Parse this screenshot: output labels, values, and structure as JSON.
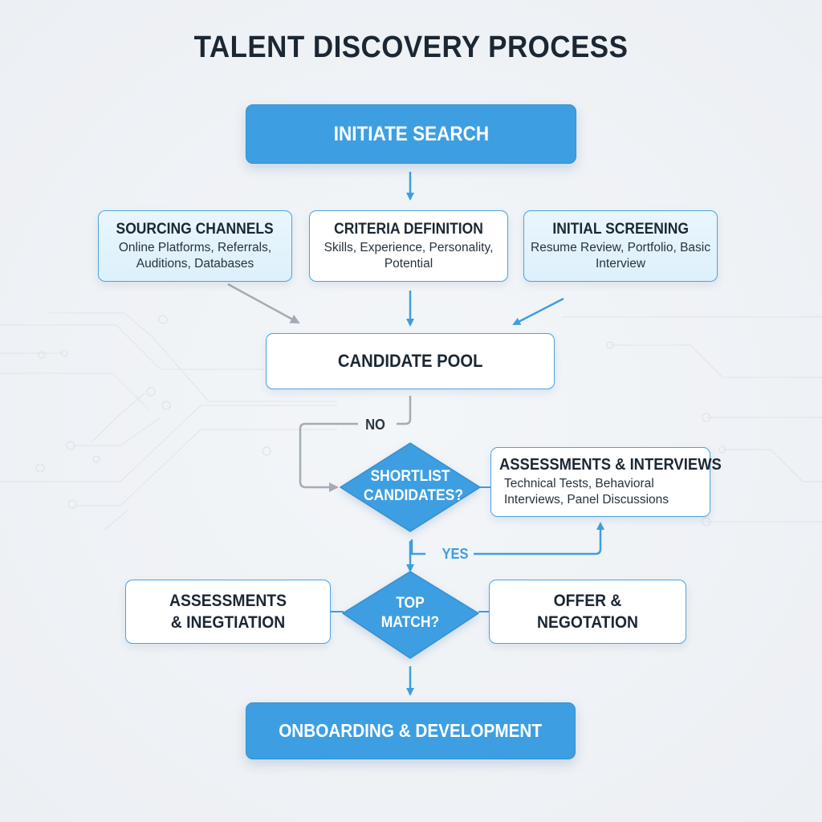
{
  "title": "TALENT DISCOVERY PROCESS",
  "colors": {
    "primary": "#3d9fe1",
    "border": "#4aa3e0",
    "text": "#1b2733",
    "gray_connector": "#a4abb3",
    "blue_connector": "#3d9fe1"
  },
  "nodes": {
    "initiate_search": "INITIATE SEARCH",
    "sourcing_channels": {
      "title": "SOURCING CHANNELS",
      "detail": "Online Platforms, Referrals, Auditions, Databases"
    },
    "criteria_definition": {
      "title": "CRITERIA DEFINITION",
      "detail": "Skills, Experience, Personality, Potential"
    },
    "initial_screening": {
      "title": "INITIAL SCREENING",
      "detail": "Resume Review, Portfolio, Basic Interview"
    },
    "candidate_pool": "CANDIDATE POOL",
    "shortlist_decision": "SHORTLIST CANDIDATES?",
    "assessments_interviews": {
      "title": "ASSESSMENTS & INTERVIEWS",
      "detail": "Technical Tests, Behavioral Interviews, Panel Discussions"
    },
    "assessments_integration": "ASSESSMENTS & INEGTIATION",
    "top_match_decision": "TOP MATCH?",
    "offer_negotiation": "OFFER & NEGOTATION",
    "onboarding": "ONBOARDING & DEVELOPMENT"
  },
  "edge_labels": {
    "no": "NO",
    "yes": "YES"
  }
}
